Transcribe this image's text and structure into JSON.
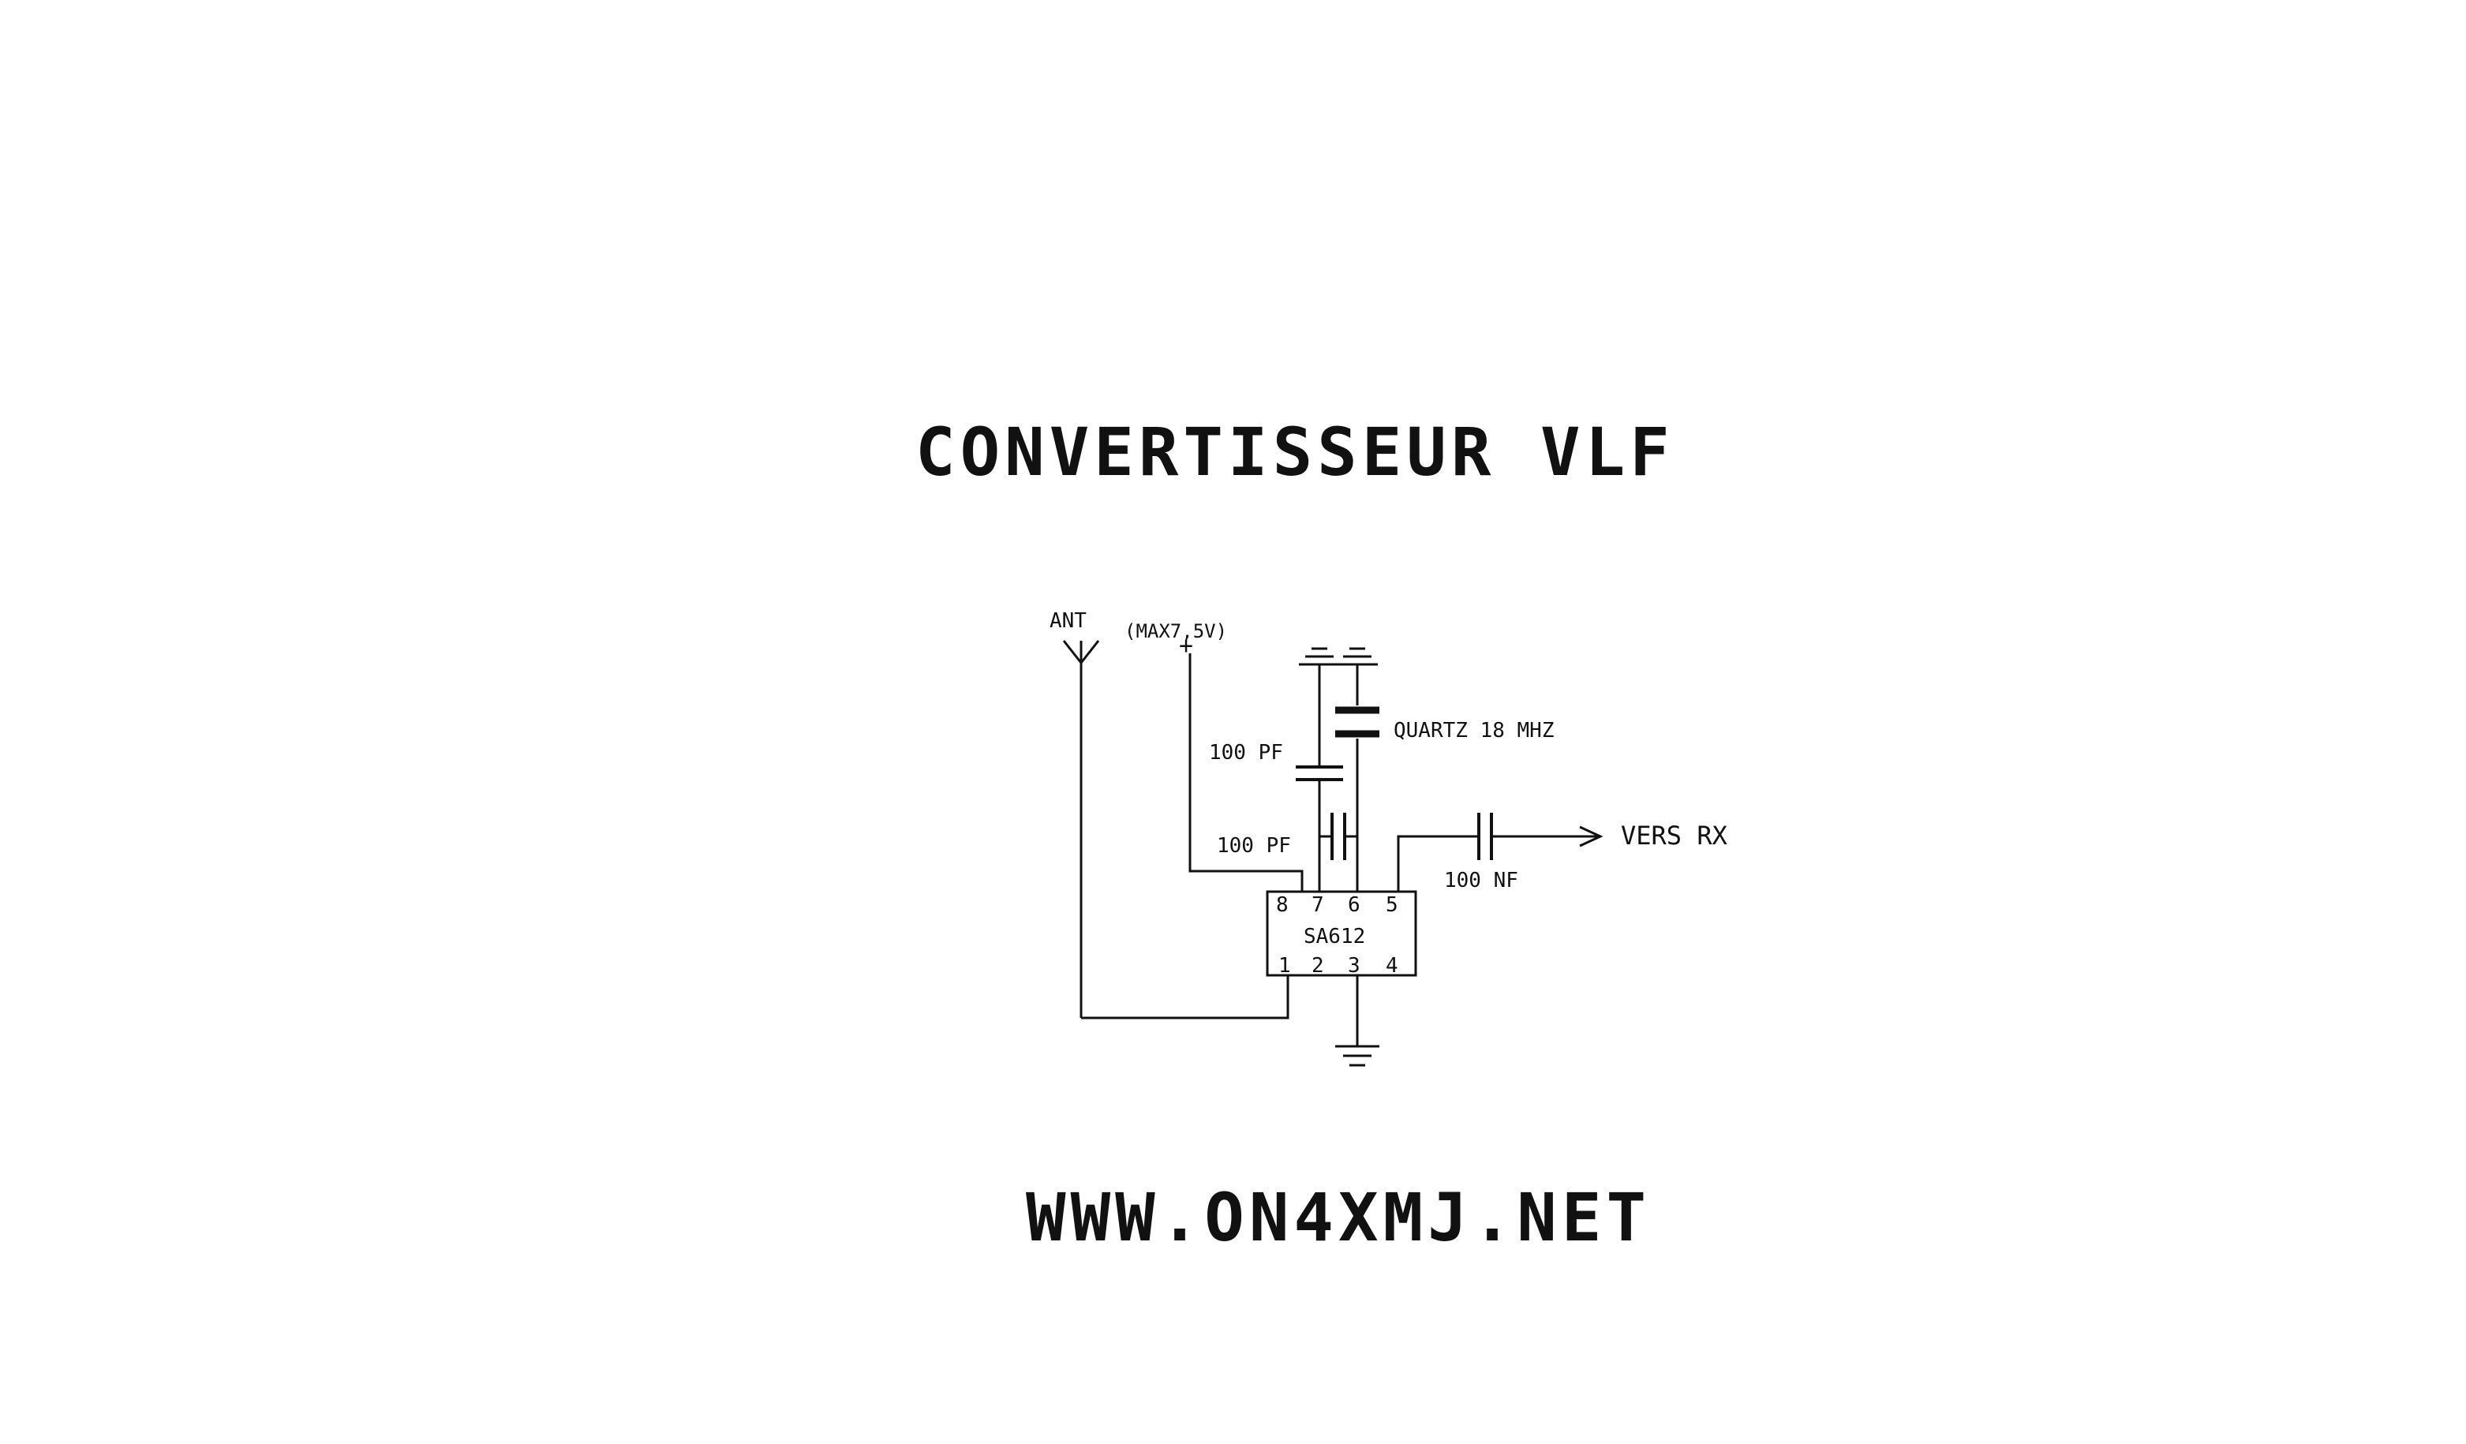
{
  "title": "CONVERTISSEUR VLF",
  "footer": "WWW.ON4XMJ.NET",
  "schematic": {
    "antenna_label": "ANT",
    "supply_label": "(MAX7,5V)",
    "supply_sign": "+",
    "ic": {
      "name": "SA612",
      "top_pins": [
        "8",
        "7",
        "6",
        "5"
      ],
      "bottom_pins": [
        "1",
        "2",
        "3",
        "4"
      ]
    },
    "c_vertical_label": "100 PF",
    "c_horizontal_label": "100 PF",
    "crystal_label": "QUARTZ 18 MHZ",
    "c_output_label": "100 NF",
    "output_label": "VERS RX"
  }
}
